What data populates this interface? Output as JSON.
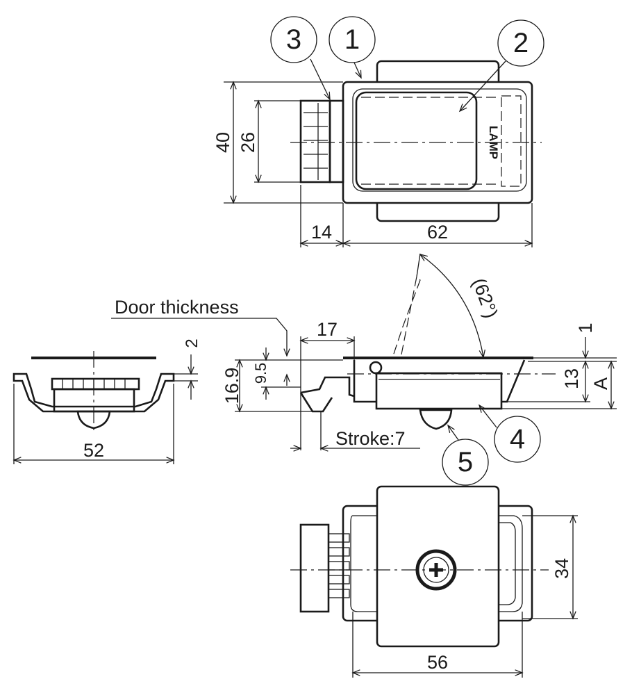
{
  "title": "Push-button latch technical drawing",
  "balloons": {
    "b1": "1",
    "b2": "2",
    "b3": "3",
    "b4": "4",
    "b5": "5"
  },
  "dimensions": {
    "height_outer": "40",
    "height_knob": "26",
    "knob_length": "14",
    "width_top": "62",
    "bolt_17": "17",
    "angle": "(62°)",
    "plate_1": "1",
    "depth_13": "13",
    "depth_a": "A",
    "depth_169": "16.9",
    "depth_95": "9.5",
    "side_width": "52",
    "plate_2": "2",
    "width_34": "34",
    "width_56": "56"
  },
  "labels": {
    "door_thickness": "Door thickness",
    "stroke": "Stroke:7",
    "logo": "LAMP"
  }
}
